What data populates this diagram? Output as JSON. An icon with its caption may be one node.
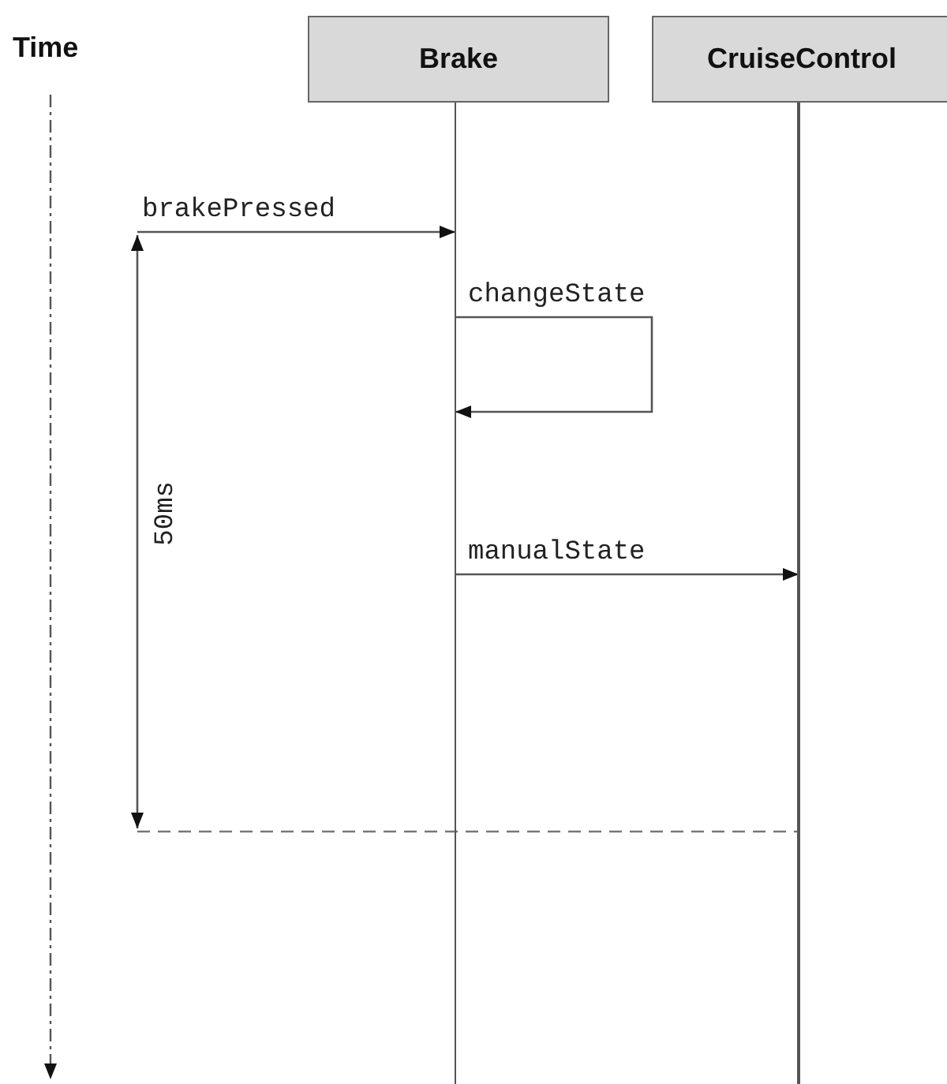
{
  "diagram": {
    "nodes": [
      {
        "text": [
          "Brake"
        ]
      },
      {
        "text": [
          "CruiseControl"
        ]
      }
    ],
    "edges": [
      {
        "from": null,
        "to": 0,
        "arrow": "to",
        "label": "brakePressed"
      },
      {
        "from": 0,
        "to": 0,
        "arrow": "to",
        "label": "changeState"
      },
      {
        "from": 0,
        "to": 1,
        "arrow": "to",
        "label": "manualState"
      }
    ],
    "labels": [
      "Time",
      "50ms"
    ]
  }
}
